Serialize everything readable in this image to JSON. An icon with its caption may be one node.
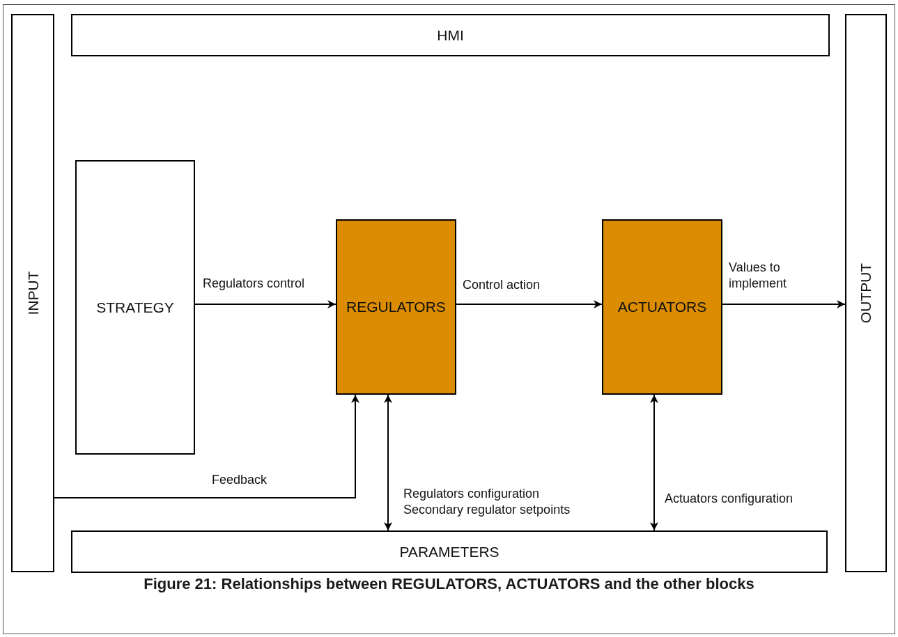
{
  "diagram": {
    "caption": "Figure 21: Relationships between REGULATORS, ACTUATORS and the other blocks",
    "nodes": [
      {
        "text": [
          "INPUT"
        ]
      },
      {
        "text": [
          "HMI"
        ]
      },
      {
        "text": [
          "OUTPUT"
        ]
      },
      {
        "text": [
          "STRATEGY"
        ]
      },
      {
        "text": [
          "REGULATORS"
        ]
      },
      {
        "text": [
          "ACTUATORS"
        ]
      },
      {
        "text": [
          "PARAMETERS"
        ]
      }
    ],
    "edges": [
      {
        "from": 3,
        "to": 4,
        "arrow": "to",
        "label": "Regulators control"
      },
      {
        "from": 4,
        "to": 5,
        "arrow": "to",
        "label": "Control action"
      },
      {
        "from": 5,
        "to": 2,
        "arrow": "to",
        "label": "Values to implement"
      },
      {
        "from": 0,
        "to": 4,
        "arrow": "to",
        "label": "Feedback"
      },
      {
        "from": 4,
        "to": 6,
        "arrow": "both",
        "label": "Regulators configuration Secondary regulator setpoints"
      },
      {
        "from": 5,
        "to": 6,
        "arrow": "both",
        "label": "Actuators configuration"
      }
    ]
  }
}
